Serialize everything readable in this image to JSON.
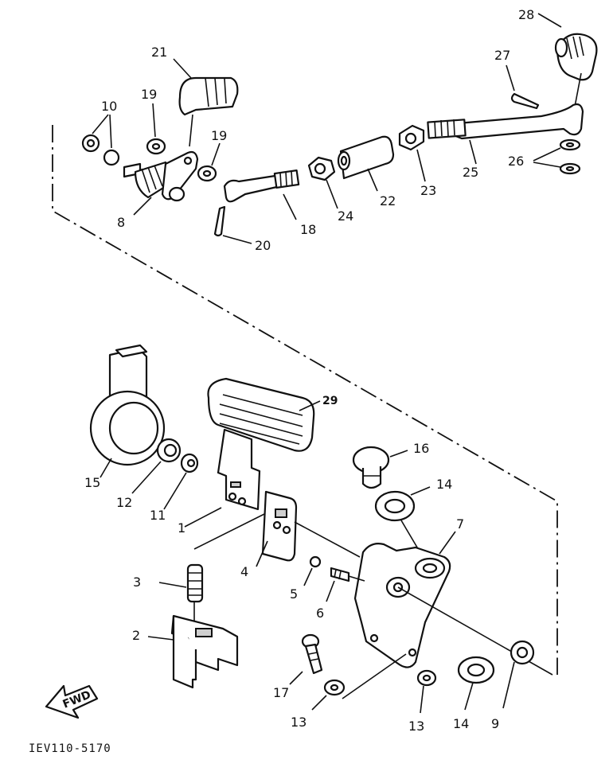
{
  "diagram": {
    "code": "IEV110-5170",
    "fwd_label": "FWD",
    "callouts": {
      "p1": "1",
      "p2": "2",
      "p3": "3",
      "p4": "4",
      "p5": "5",
      "p6": "6",
      "p7": "7",
      "p8": "8",
      "p9": "9",
      "p10": "10",
      "p11": "11",
      "p12": "12",
      "p13a": "13",
      "p13b": "13",
      "p14a": "14",
      "p14b": "14",
      "p15": "15",
      "p16": "16",
      "p17": "17",
      "p18": "18",
      "p19a": "19",
      "p19b": "19",
      "p20": "20",
      "p21": "21",
      "p22": "22",
      "p23": "23",
      "p24": "24",
      "p25": "25",
      "p26": "26",
      "p27": "27",
      "p28": "28",
      "p29": "29"
    }
  }
}
